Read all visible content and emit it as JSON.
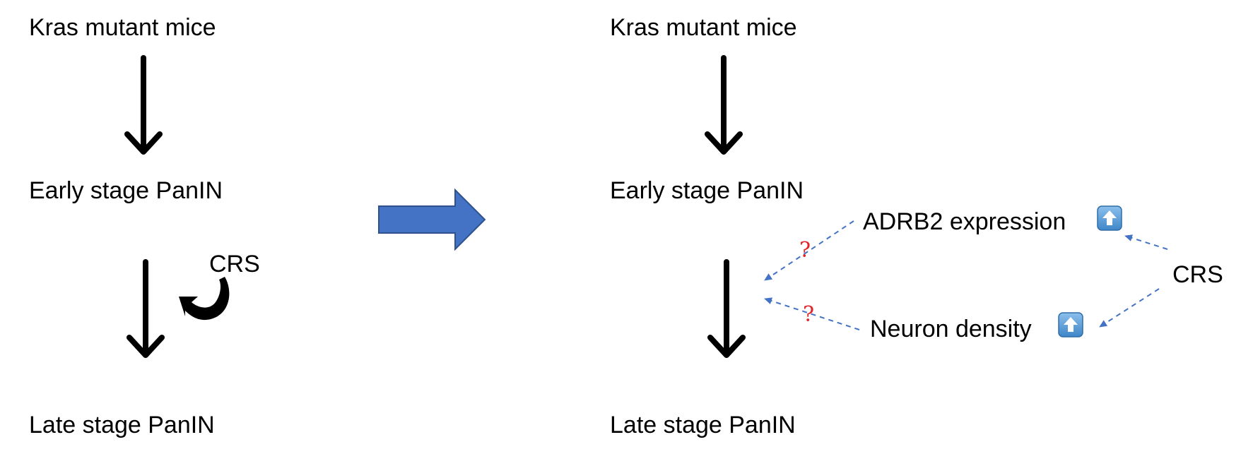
{
  "left_panel": {
    "kras_label": "Kras mutant mice",
    "early_label": "Early stage PanIN",
    "late_label": "Late stage PanIN",
    "crs_label": "CRS"
  },
  "right_panel": {
    "kras_label": "Kras mutant mice",
    "early_label": "Early stage PanIN",
    "late_label": "Late stage PanIN",
    "crs_label": "CRS",
    "adrb2_label": "ADRB2 expression",
    "neuron_label": "Neuron density",
    "question_mark_1": "?",
    "question_mark_2": "?"
  },
  "icons": {
    "up_arrow_badge": "up-arrow-button-icon",
    "curved_arrow": "curved-arrow-icon",
    "block_arrow": "block-right-arrow-icon"
  },
  "colors": {
    "block_arrow_fill": "#4472c4",
    "block_arrow_stroke": "#2f528f",
    "dashed_arrow": "#4472c4",
    "question_mark": "#e0242a",
    "badge_fill": "#5b9bd5"
  }
}
